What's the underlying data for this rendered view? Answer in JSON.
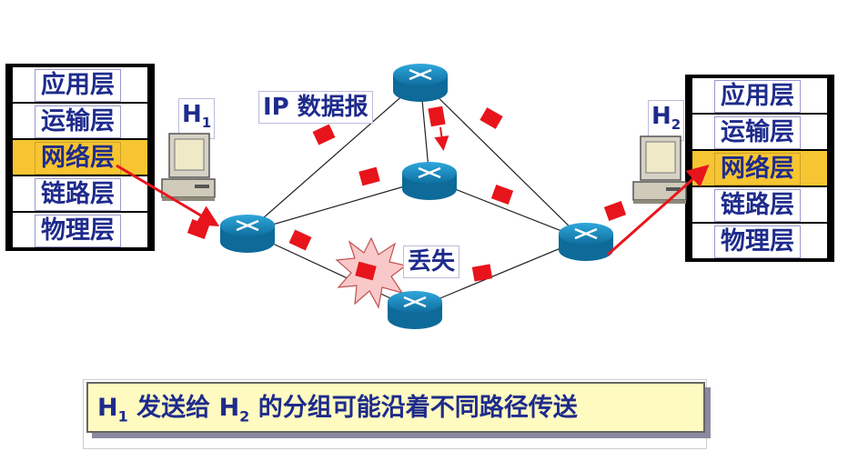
{
  "h1_stack": [
    "应用层",
    "运输层",
    "网络层",
    "链路层",
    "物理层"
  ],
  "h2_stack": [
    "应用层",
    "运输层",
    "网络层",
    "链路层",
    "物理层"
  ],
  "h1_label": {
    "main": "H",
    "sub": "1"
  },
  "h2_label": {
    "main": "H",
    "sub": "2"
  },
  "ip_datagram_label": "IP 数据报",
  "lost_label": "丢失",
  "caption": {
    "part1_main": "H",
    "part1_sub": "1",
    "part2": " 发送给 ",
    "part3_main": "H",
    "part3_sub": "2",
    "part4": " 的分组可能沿着不同路径传送"
  },
  "colors": {
    "text": "#1e2b8c",
    "network_layer": "#f7c531",
    "router": "#1a8fc4",
    "packet": "#e8141c",
    "caption_bg": "#fffbc0"
  }
}
